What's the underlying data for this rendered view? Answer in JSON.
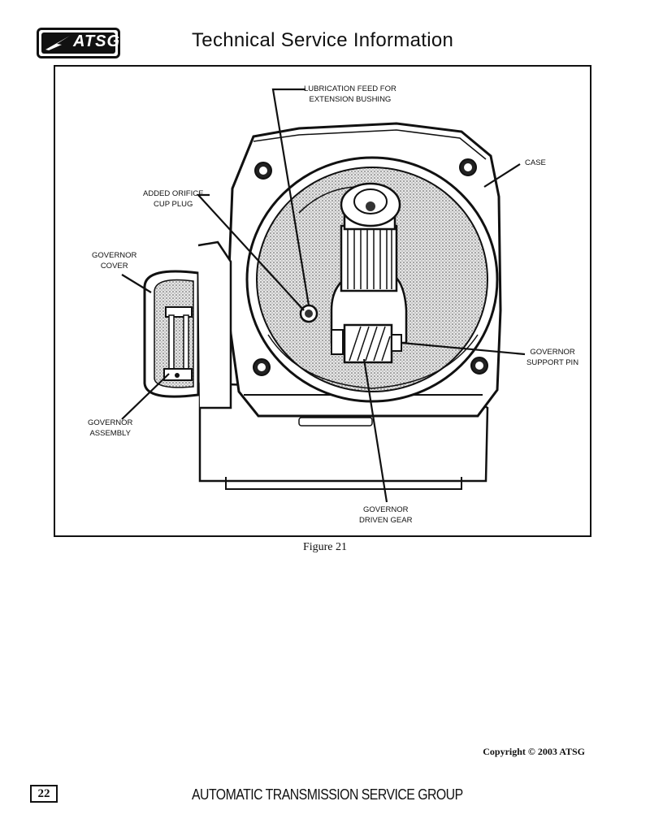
{
  "header": {
    "logo_text": "ATSG",
    "title": "Technical Service Information"
  },
  "figure": {
    "callouts": {
      "lubrication_feed": "LUBRICATION FEED FOR\nEXTENSION BUSHING",
      "case": "CASE",
      "added_orifice": "ADDED ORIFICE\nCUP PLUG",
      "governor_cover": "GOVERNOR\nCOVER",
      "governor_support_pin": "GOVERNOR\nSUPPORT PIN",
      "governor_assembly": "GOVERNOR\nASSEMBLY",
      "governor_driven_gear": "GOVERNOR\nDRIVEN GEAR"
    },
    "caption": "Figure 21"
  },
  "footer": {
    "copyright": "Copyright © 2003 ATSG",
    "page_number": "22",
    "organization": "AUTOMATIC TRANSMISSION SERVICE GROUP"
  }
}
